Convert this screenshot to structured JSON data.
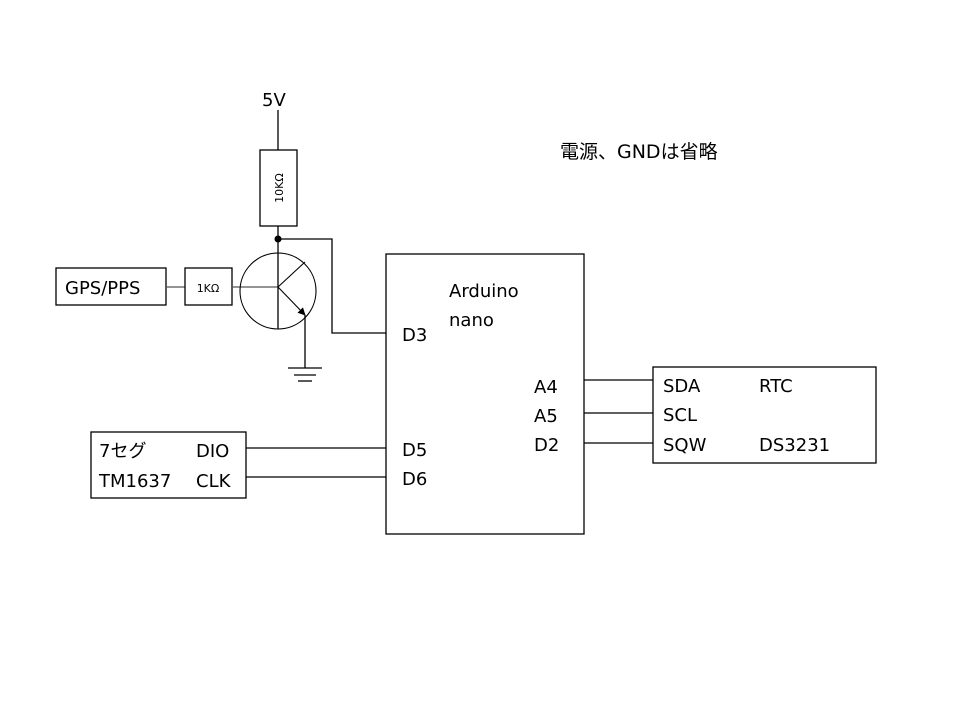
{
  "supply": {
    "label": "5V"
  },
  "note": {
    "text": "電源、GNDは省略"
  },
  "pullup_resistor": {
    "label": "10KΩ"
  },
  "base_resistor": {
    "label": "1KΩ"
  },
  "gps": {
    "label": "GPS/PPS"
  },
  "transistor": {
    "type": "NPN"
  },
  "arduino": {
    "title_line1": "Arduino",
    "title_line2": "nano",
    "pins_left": [
      "D3",
      "D5",
      "D6"
    ],
    "pins_right": [
      "A4",
      "A5",
      "D2"
    ]
  },
  "rtc": {
    "pins": [
      "SDA",
      "SCL",
      "SQW"
    ],
    "name_line1": "RTC",
    "name_line2": "DS3231"
  },
  "display": {
    "name_line1": "7セグ",
    "name_line2": "TM1637",
    "pins": [
      "DIO",
      "CLK"
    ]
  }
}
